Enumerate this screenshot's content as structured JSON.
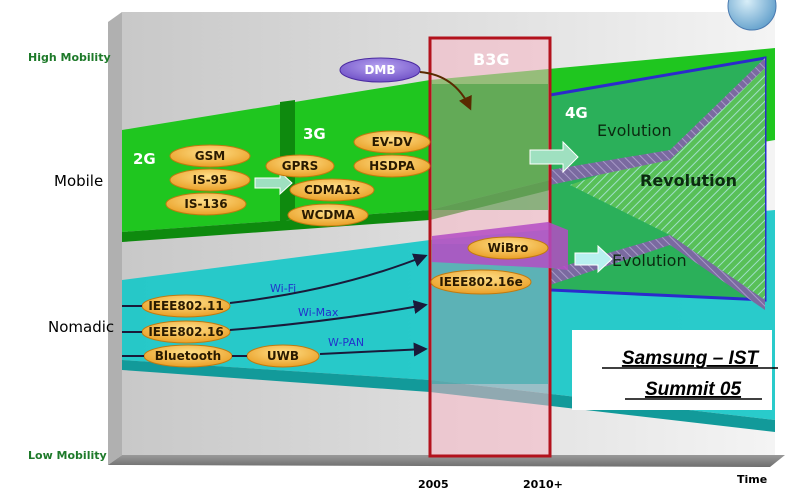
{
  "axis": {
    "high_mobility": "High Mobility",
    "low_mobility": "Low Mobility",
    "time": "Time",
    "year_2005": "2005",
    "year_2010": "2010+"
  },
  "rows": {
    "mobile": "Mobile",
    "nomadic": "Nomadic"
  },
  "generations": {
    "g2": "2G",
    "g3": "3G",
    "b3g": "B3G",
    "g4": "4G"
  },
  "pills": {
    "gsm": "GSM",
    "is95": "IS-95",
    "is136": "IS-136",
    "gprs": "GPRS",
    "cdma1x": "CDMA1x",
    "wcdma": "WCDMA",
    "evdv": "EV-DV",
    "hsdpa": "HSDPA",
    "dmb": "DMB",
    "ieee80211": "IEEE802.11",
    "ieee80216": "IEEE802.16",
    "bluetooth": "Bluetooth",
    "uwb": "UWB",
    "wibro": "WiBro",
    "ieee80216e": "IEEE802.16e"
  },
  "links": {
    "wifi": "Wi-Fi",
    "wimax": "Wi-Max",
    "wpan": "W-PAN"
  },
  "labels": {
    "evolution_upper": "Evolution",
    "revolution": "Revolution",
    "evolution_lower": "Evolution"
  },
  "summit": {
    "line1": "Samsung – IST",
    "line2": "Summit 05"
  },
  "colors": {
    "mobile_band": "#1fc61f",
    "nomadic_band": "#1ec8c8",
    "b3g_fill": "#f7b7c4",
    "b3g_border": "#b3121d",
    "pill": "#f2b43a",
    "dmb": "#8a6ad8",
    "fourg_border": "#2b2bcc",
    "revolution_text": "#d8e850"
  }
}
